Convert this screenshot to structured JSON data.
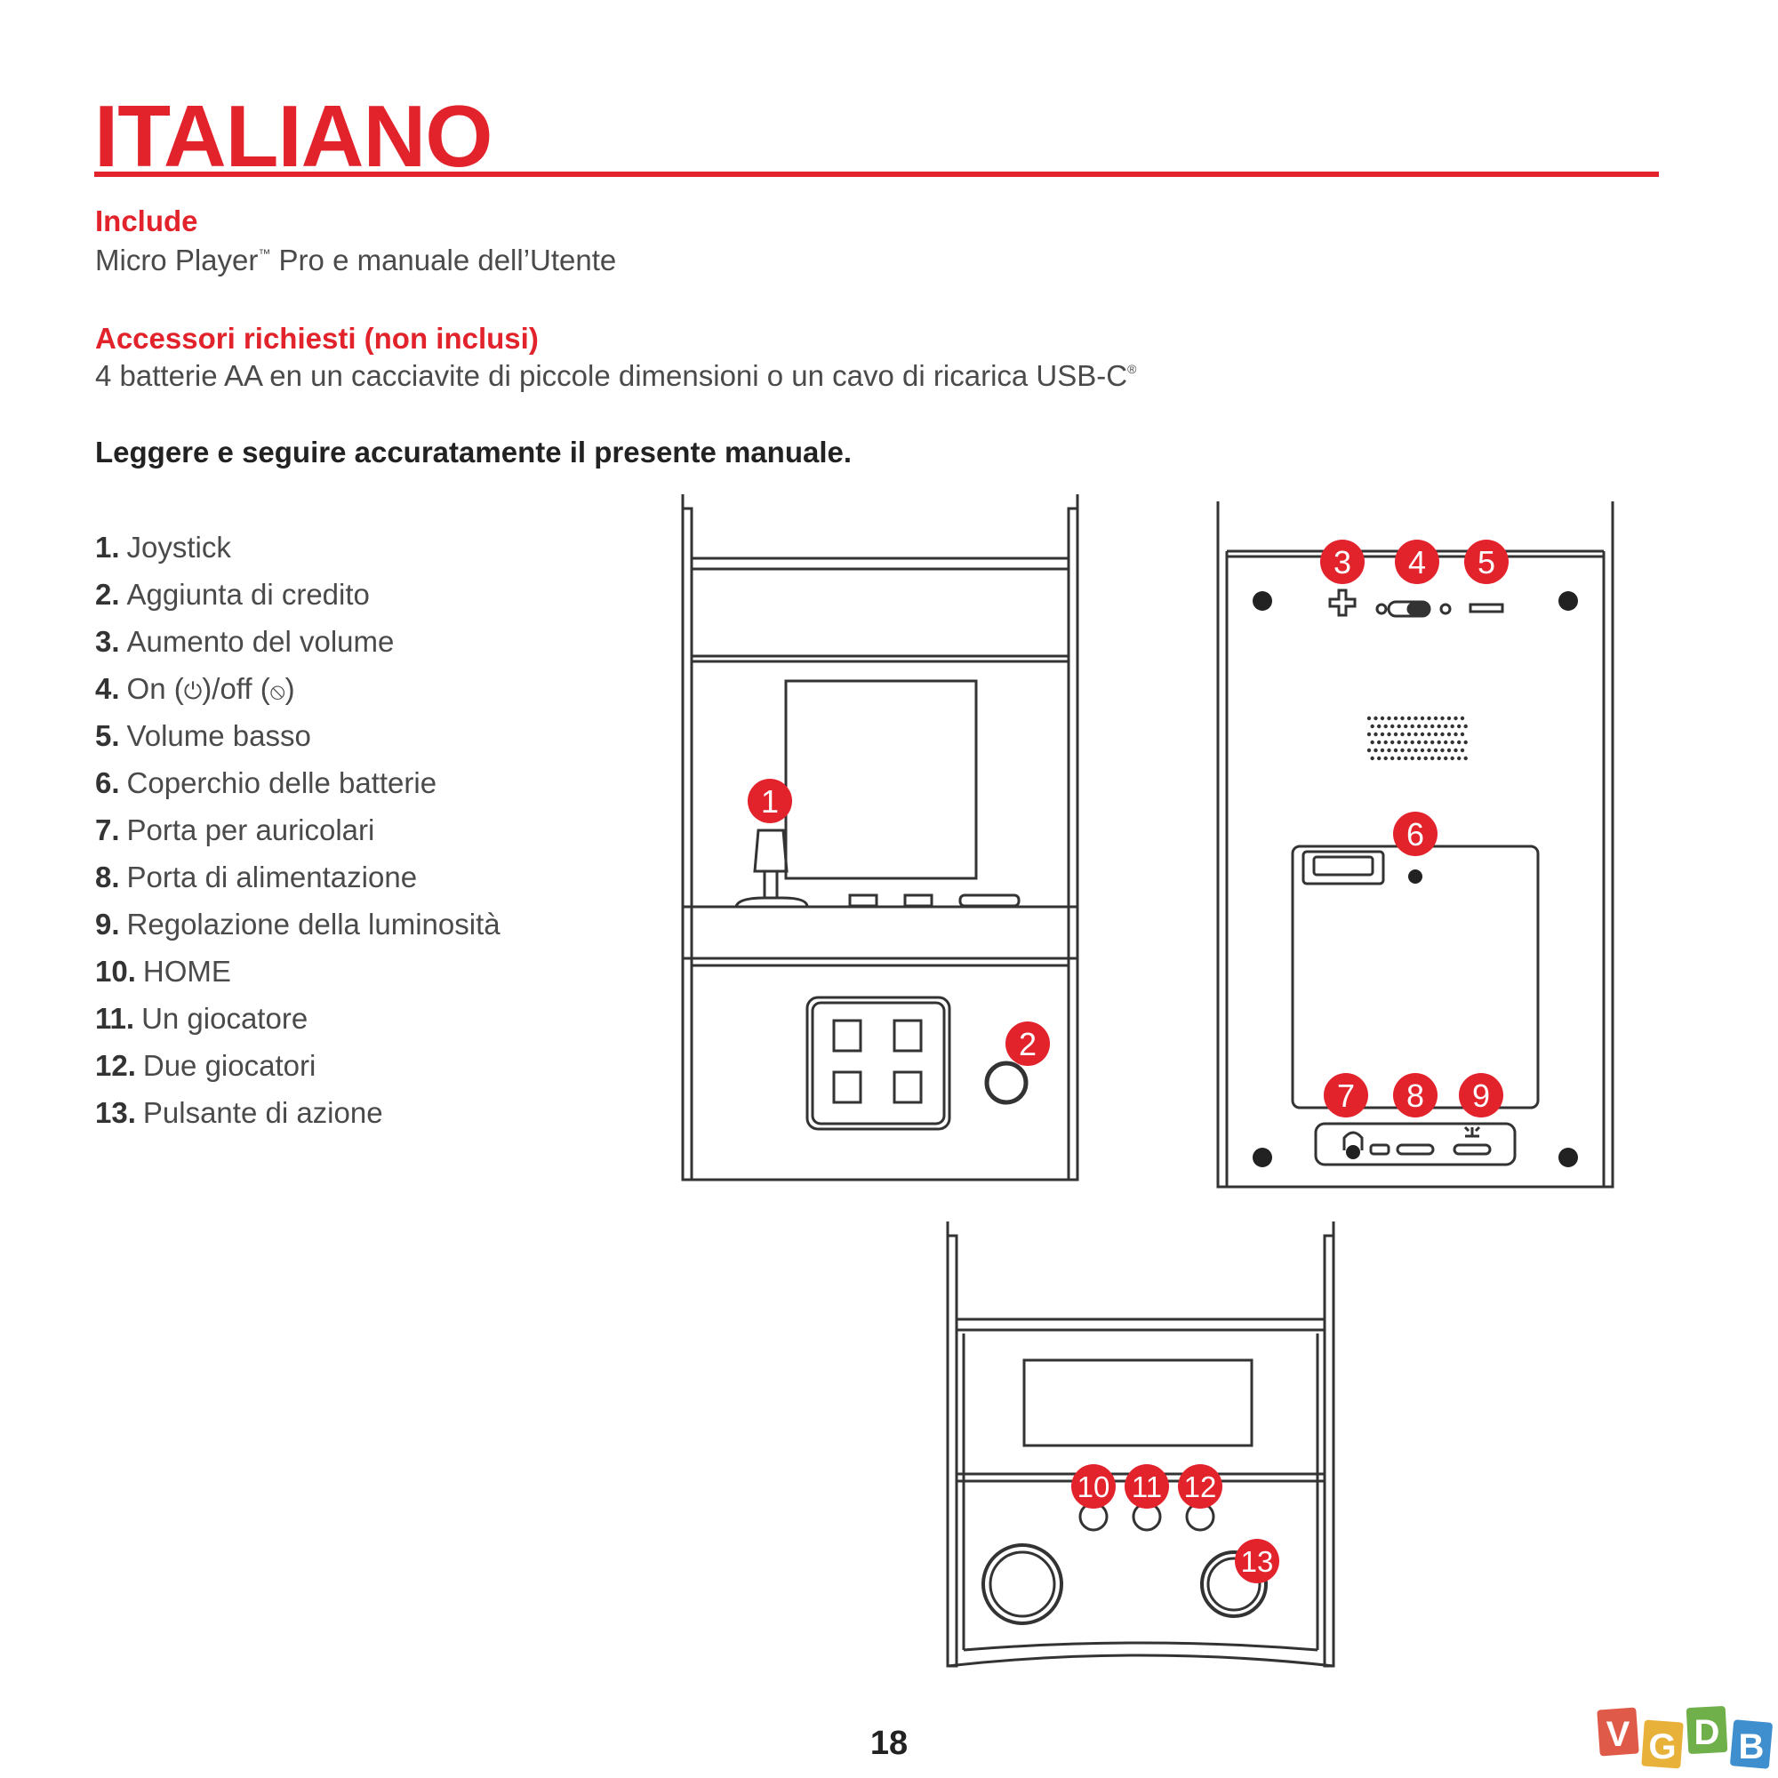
{
  "header": {
    "title": "ITALIANO"
  },
  "include": {
    "heading": "Include",
    "text_before": "Micro Player",
    "tm": "™",
    "text_after": " Pro e manuale dell’Utente"
  },
  "accessories": {
    "heading": "Accessori richiesti (non inclusi)",
    "text": "4 batterie AA en un cacciavite di piccole dimensioni o un cavo di ricarica USB-C",
    "reg": "®"
  },
  "notice": "Leggere e seguire accuratamente il presente manuale.",
  "parts": [
    {
      "num": "1.",
      "label": "Joystick"
    },
    {
      "num": "2.",
      "label": "Aggiunta di credito"
    },
    {
      "num": "3.",
      "label": "Aumento del volume"
    },
    {
      "num": "4.",
      "label_prefix": "On (",
      "on_icon": "⏻",
      "label_mid": ")/off (",
      "off_icon": "⦸",
      "label_suffix": ")"
    },
    {
      "num": "5.",
      "label": "Volume basso"
    },
    {
      "num": "6.",
      "label": "Coperchio delle batterie"
    },
    {
      "num": "7.",
      "label": "Porta per auricolari"
    },
    {
      "num": "8.",
      "label": "Porta di alimentazione"
    },
    {
      "num": "9.",
      "label": "Regolazione della luminosità"
    },
    {
      "num": "10.",
      "label": "HOME"
    },
    {
      "num": "11.",
      "label": "Un giocatore"
    },
    {
      "num": "12.",
      "label": "Due giocatori"
    },
    {
      "num": "13.",
      "label": "Pulsante di azione"
    }
  ],
  "callouts": {
    "c1": "1",
    "c2": "2",
    "c3": "3",
    "c4": "4",
    "c5": "5",
    "c6": "6",
    "c7": "7",
    "c8": "8",
    "c9": "9",
    "c10": "10",
    "c11": "11",
    "c12": "12",
    "c13": "13"
  },
  "rear_labels": {
    "plus_icon": "plus-icon",
    "minus_icon": "minus-icon",
    "headphone_icon": "headphone-icon",
    "brightness_icon": "brightness-icon"
  },
  "colors": {
    "accent": "#e3232c",
    "text": "#4a4a4a",
    "line": "#333333"
  },
  "footer": {
    "page_number": "18",
    "watermark": {
      "v": "V",
      "g": "G",
      "d": "D",
      "b": "B"
    }
  }
}
